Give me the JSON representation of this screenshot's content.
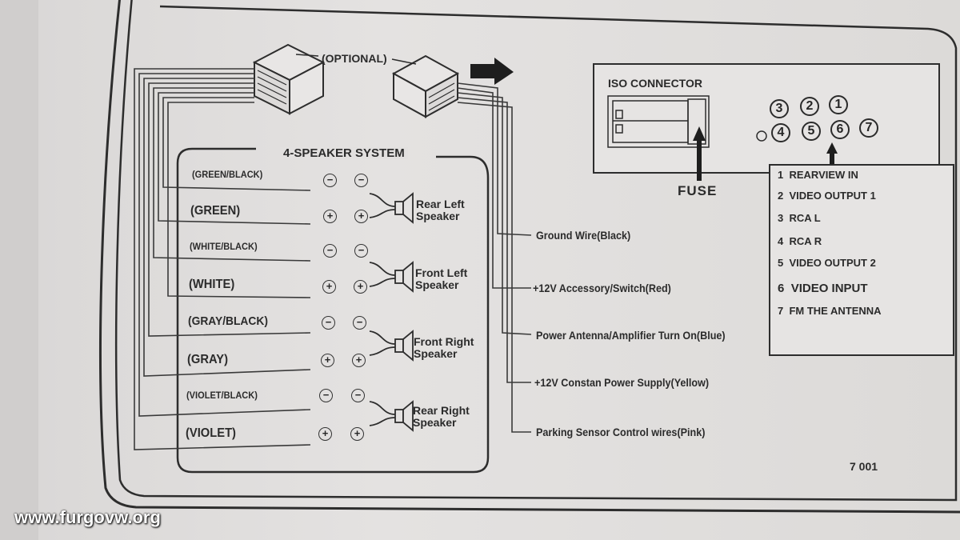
{
  "optional_label": "(OPTIONAL)",
  "speaker_system_title": "4-SPEAKER SYSTEM",
  "speaker_wires": [
    {
      "label": "(GREEN/BLACK)",
      "size": "small"
    },
    {
      "label": "(GREEN)",
      "size": "big"
    },
    {
      "label": "(WHITE/BLACK)",
      "size": "small"
    },
    {
      "label": "(WHITE)",
      "size": "big"
    },
    {
      "label": "(GRAY/BLACK)",
      "size": "normal"
    },
    {
      "label": "(GRAY)",
      "size": "big"
    },
    {
      "label": "(VIOLET/BLACK)",
      "size": "small"
    },
    {
      "label": "(VIOLET)",
      "size": "big"
    }
  ],
  "speakers": [
    {
      "line1": "Rear Left",
      "line2": "Speaker"
    },
    {
      "line1": "Front Left",
      "line2": "Speaker"
    },
    {
      "line1": "Front Right",
      "line2": "Speaker"
    },
    {
      "line1": "Rear Right",
      "line2": "Speaker"
    }
  ],
  "function_wires": [
    "Ground  Wire(Black)",
    "+12V Accessory/Switch(Red)",
    "Power Antenna/Amplifier Turn On(Blue)",
    "+12V Constan Power Supply(Yellow)",
    "Parking Sensor Control wires(Pink)"
  ],
  "iso_connector": {
    "title": "ISO CONNECTOR",
    "fuse_label": "FUSE",
    "pin_numbers": [
      "3",
      "2",
      "1",
      "4",
      "5",
      "6",
      "7"
    ],
    "items": [
      {
        "num": "1",
        "text": "REARVIEW IN"
      },
      {
        "num": "2",
        "text": "VIDEO OUTPUT  1"
      },
      {
        "num": "3",
        "text": "RCA L"
      },
      {
        "num": "4",
        "text": "RCA R"
      },
      {
        "num": "5",
        "text": "VIDEO OUTPUT  2"
      },
      {
        "num": "6",
        "text": "VIDEO  INPUT"
      },
      {
        "num": "7",
        "text": "FM THE ANTENNA"
      }
    ]
  },
  "page_code": "7  001",
  "watermark": "www.furgovw.org",
  "colors": {
    "ink": "#2b2b2b",
    "paper": "#e2e0df"
  }
}
